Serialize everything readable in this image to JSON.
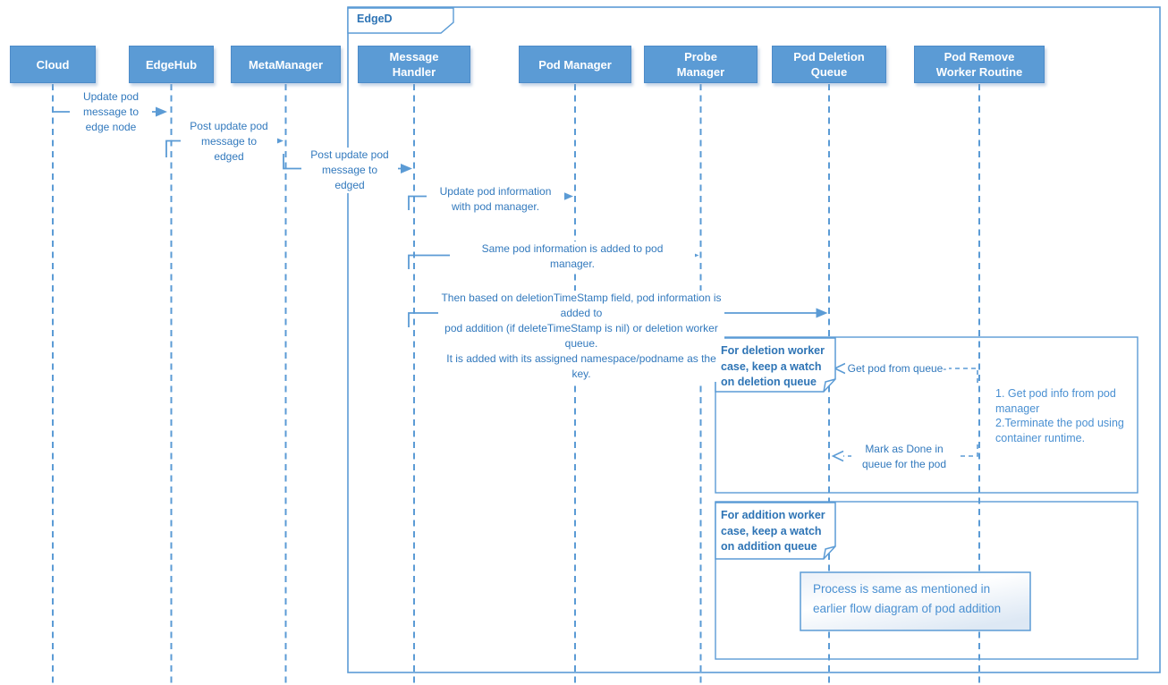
{
  "colors": {
    "node_fill": "#5b9bd5",
    "node_border": "#4d8bc8",
    "line": "#5b9bd5",
    "label_text": "#3279bd",
    "note_text_bold": "#2e74b5",
    "note_text_regular": "#4a90d2",
    "frame_border": "#5b9bd5"
  },
  "frame": {
    "label": "EdgeD"
  },
  "actors": [
    {
      "id": "cloud",
      "label": "Cloud"
    },
    {
      "id": "edgehub",
      "label": "EdgeHub"
    },
    {
      "id": "metamanager",
      "label": "MetaManager"
    },
    {
      "id": "message-handler",
      "label": "Message\nHandler"
    },
    {
      "id": "pod-manager",
      "label": "Pod Manager"
    },
    {
      "id": "probe-manager",
      "label": "Probe\nManager"
    },
    {
      "id": "pod-deletion-queue",
      "label": "Pod Deletion\nQueue"
    },
    {
      "id": "pod-remove-worker-routine",
      "label": "Pod Remove\nWorker Routine"
    }
  ],
  "messages": {
    "m1": "Update pod\nmessage to\nedge node",
    "m2": "Post update pod\nmessage to\nedged",
    "m3": "Post update pod\nmessage to\nedged",
    "m4": "Update pod information\nwith pod manager.",
    "m5": "Same pod information is added to pod\nmanager.",
    "m6": "Then based on deletionTimeStamp field, pod information is added to\npod addition (if deleteTimeStamp is nil) or deletion worker queue.\nIt is added with its assigned namespace/podname as the key.",
    "r1": "Get pod from queue-",
    "r2": "Mark as Done in\nqueue for the pod"
  },
  "notes": {
    "deletion_worker": "For deletion worker\ncase, keep a watch\non deletion queue",
    "addition_worker": "For addition worker\ncase, keep a watch\non addition queue",
    "worker_steps": "1. Get pod info from pod\nmanager\n2.Terminate the pod using\ncontainer runtime.",
    "process_same": "Process is same as mentioned in\nearlier flow diagram of pod addition"
  }
}
